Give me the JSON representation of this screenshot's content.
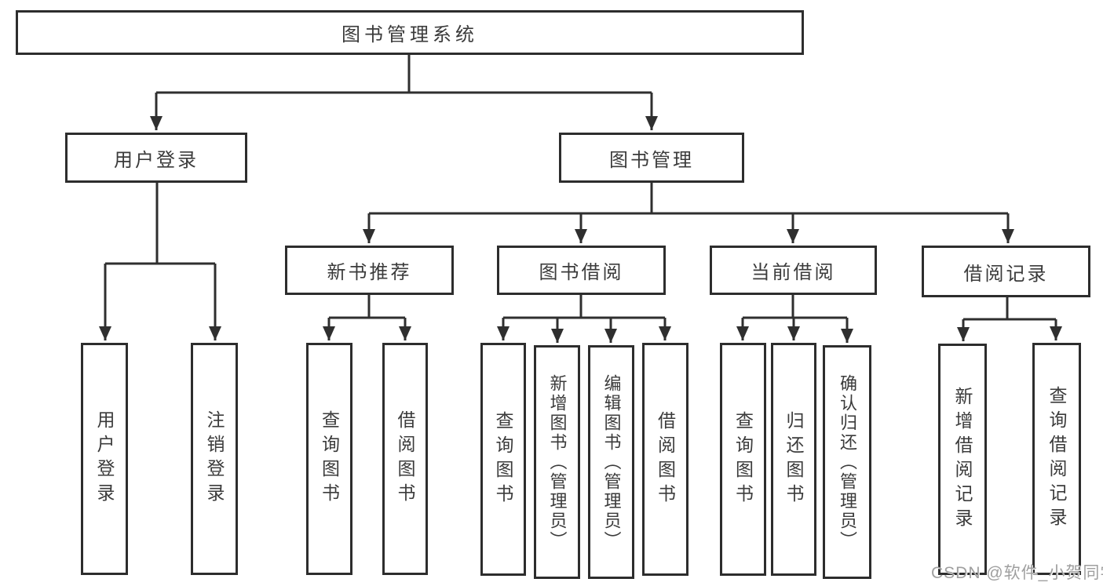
{
  "diagram": {
    "root": "图书管理系统",
    "branches": [
      {
        "label": "用户登录",
        "children": [
          "用户登录",
          "注销登录"
        ]
      },
      {
        "label": "图书管理",
        "groups": [
          {
            "label": "新书推荐",
            "children": [
              "查询图书",
              "借阅图书"
            ]
          },
          {
            "label": "图书借阅",
            "children": [
              "查询图书",
              "新增图书（管理员）",
              "编辑图书（管理员）",
              "借阅图书"
            ]
          },
          {
            "label": "当前借阅",
            "children": [
              "查询图书",
              "归还图书",
              "确认归还（管理员）"
            ]
          },
          {
            "label": "借阅记录",
            "children": [
              "新增借阅记录",
              "查询借阅记录"
            ]
          }
        ]
      }
    ]
  },
  "watermark": "CSDN @软件_小贺同学",
  "colors": {
    "line": "#2f2f2f",
    "border": "#2d2d2d",
    "text": "#3b3b3b",
    "watermark": "#9f9f9f",
    "background": "#ffffff"
  }
}
